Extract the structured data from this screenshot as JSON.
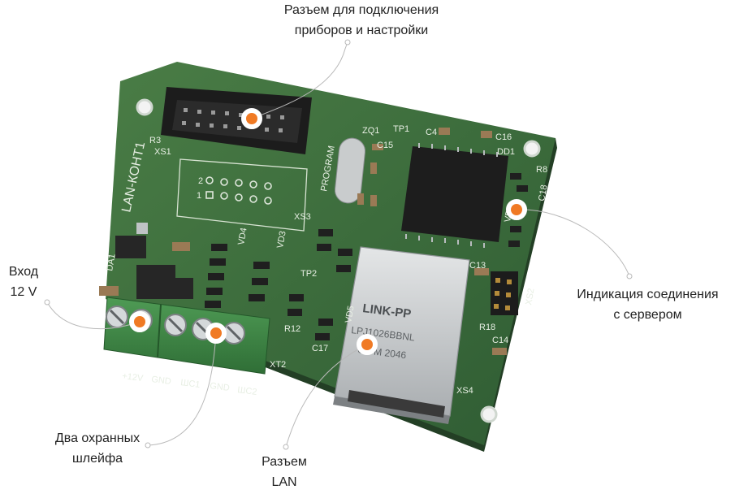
{
  "callouts": {
    "programming_connector": [
      "Разъем для подключения",
      "приборов и настройки"
    ],
    "power_input": [
      "Вход",
      "12 V"
    ],
    "server_indicator": [
      "Индикация соединения",
      "с сервером"
    ],
    "alarm_loops": [
      "Два охранных",
      "шлейфа"
    ],
    "lan_connector": [
      "Разъем",
      "LAN"
    ]
  },
  "board": {
    "name": "LAN-КОНТ1",
    "jack_brand": "LINK-PP",
    "jack_model": "LPJ1026BBNL",
    "jack_code": "0 3 M 2046",
    "terminal_labels": [
      "+12V",
      "GND",
      "ШС1",
      "GND",
      "ШС2"
    ],
    "silkscreen": [
      "XS1",
      "XS3",
      "XS4",
      "XT2",
      "DD1",
      "ZQ1",
      "TP1",
      "TP2",
      "PROGRAM",
      "DA1",
      "VD2",
      "VD3",
      "VD4",
      "VD5",
      "XS2",
      "R3",
      "R8",
      "R12",
      "R18",
      "C4",
      "C16",
      "C15",
      "C13",
      "C14",
      "C17",
      "C18"
    ],
    "pin_numbers": [
      "2",
      "1"
    ]
  },
  "colors": {
    "pcb": "#3d6e3c",
    "pcb_dark": "#2c5530",
    "terminal": "#3f8a45",
    "marker": "#f07a24",
    "leader": "#b9b9b9"
  }
}
